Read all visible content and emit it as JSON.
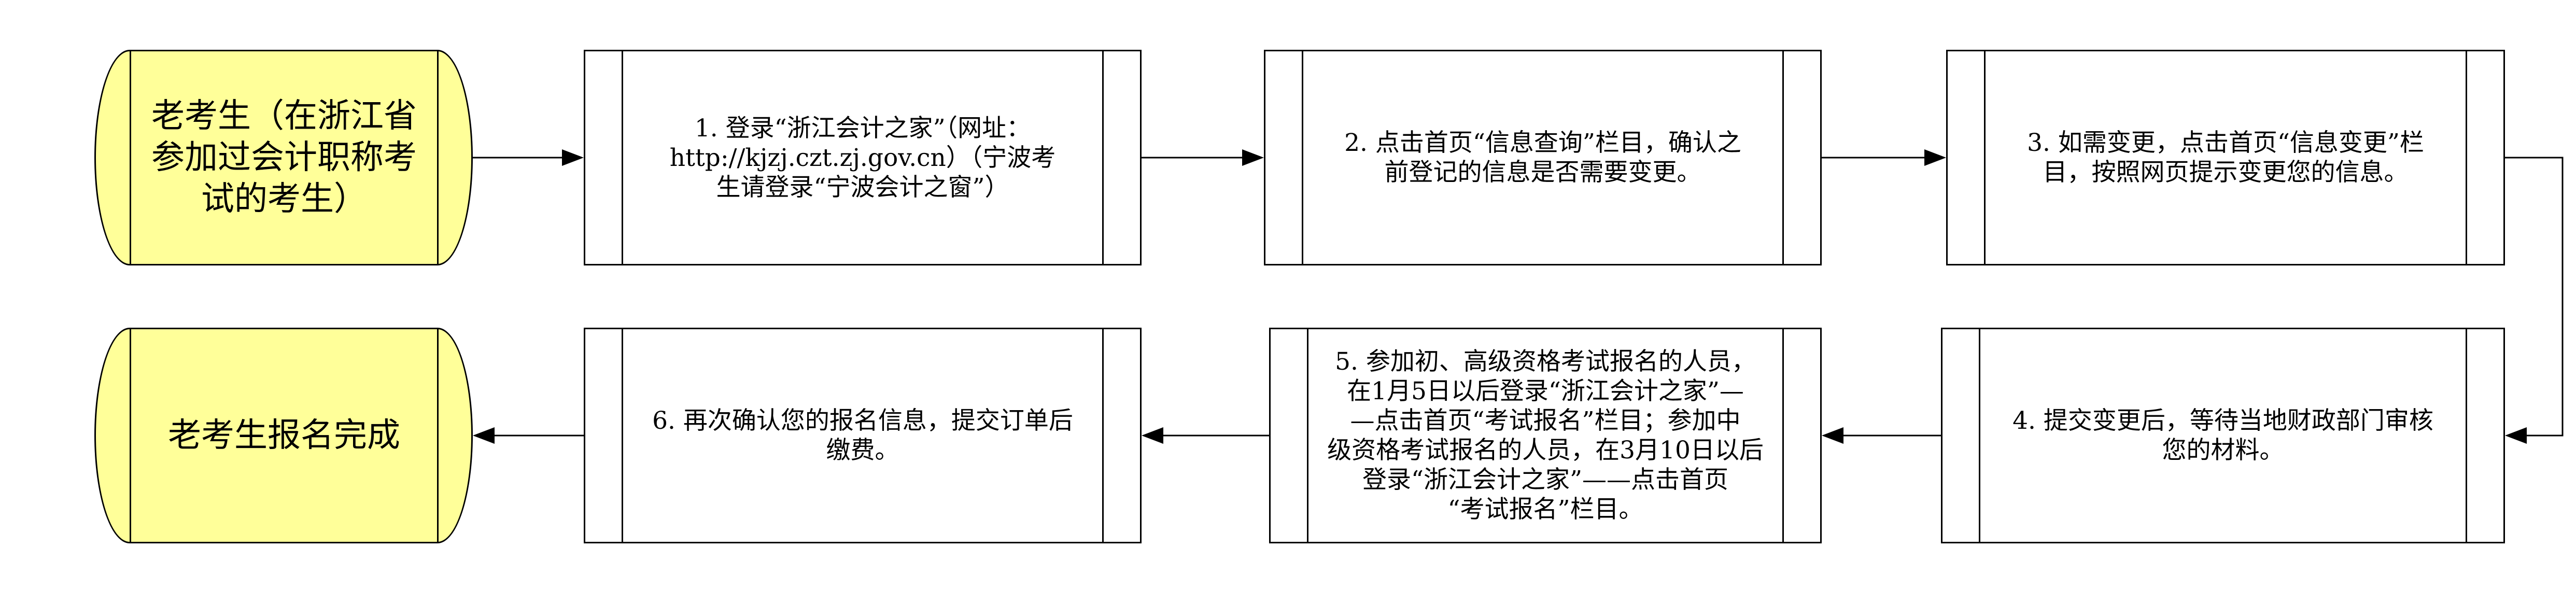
{
  "flowchart": {
    "start": {
      "lines": [
        "老考生（在浙江省",
        "参加过会计职称考",
        "试的考生）"
      ]
    },
    "steps": [
      {
        "lines": [
          "1. 登录“浙江会计之家”（网址：",
          "http://kjzj.czt.zj.gov.cn）（宁波考",
          "生请登录“宁波会计之窗”）"
        ]
      },
      {
        "lines": [
          "2. 点击首页“信息查询”栏目，确认之",
          "前登记的信息是否需要变更。"
        ]
      },
      {
        "lines": [
          "3. 如需变更，点击首页“信息变更”栏",
          "目，按照网页提示变更您的信息。"
        ]
      },
      {
        "lines": [
          "4. 提交变更后，等待当地财政部门审核",
          "您的材料。"
        ]
      },
      {
        "lines": [
          "5. 参加初、高级资格考试报名的人员，",
          "在1月5日以后登录“浙江会计之家”—",
          "—点击首页“考试报名”栏目；参加中",
          "级资格考试报名的人员，在3月10日以后",
          "登录“浙江会计之家”——点击首页",
          "“考试报名”栏目。"
        ]
      },
      {
        "lines": [
          "6. 再次确认您的报名信息，提交订单后",
          "缴费。"
        ]
      }
    ],
    "end": {
      "lines": [
        "老考生报名完成"
      ]
    }
  },
  "colors": {
    "terminator_fill": "#FFFF99",
    "box_fill": "#FFFFFF",
    "line": "#000000"
  }
}
